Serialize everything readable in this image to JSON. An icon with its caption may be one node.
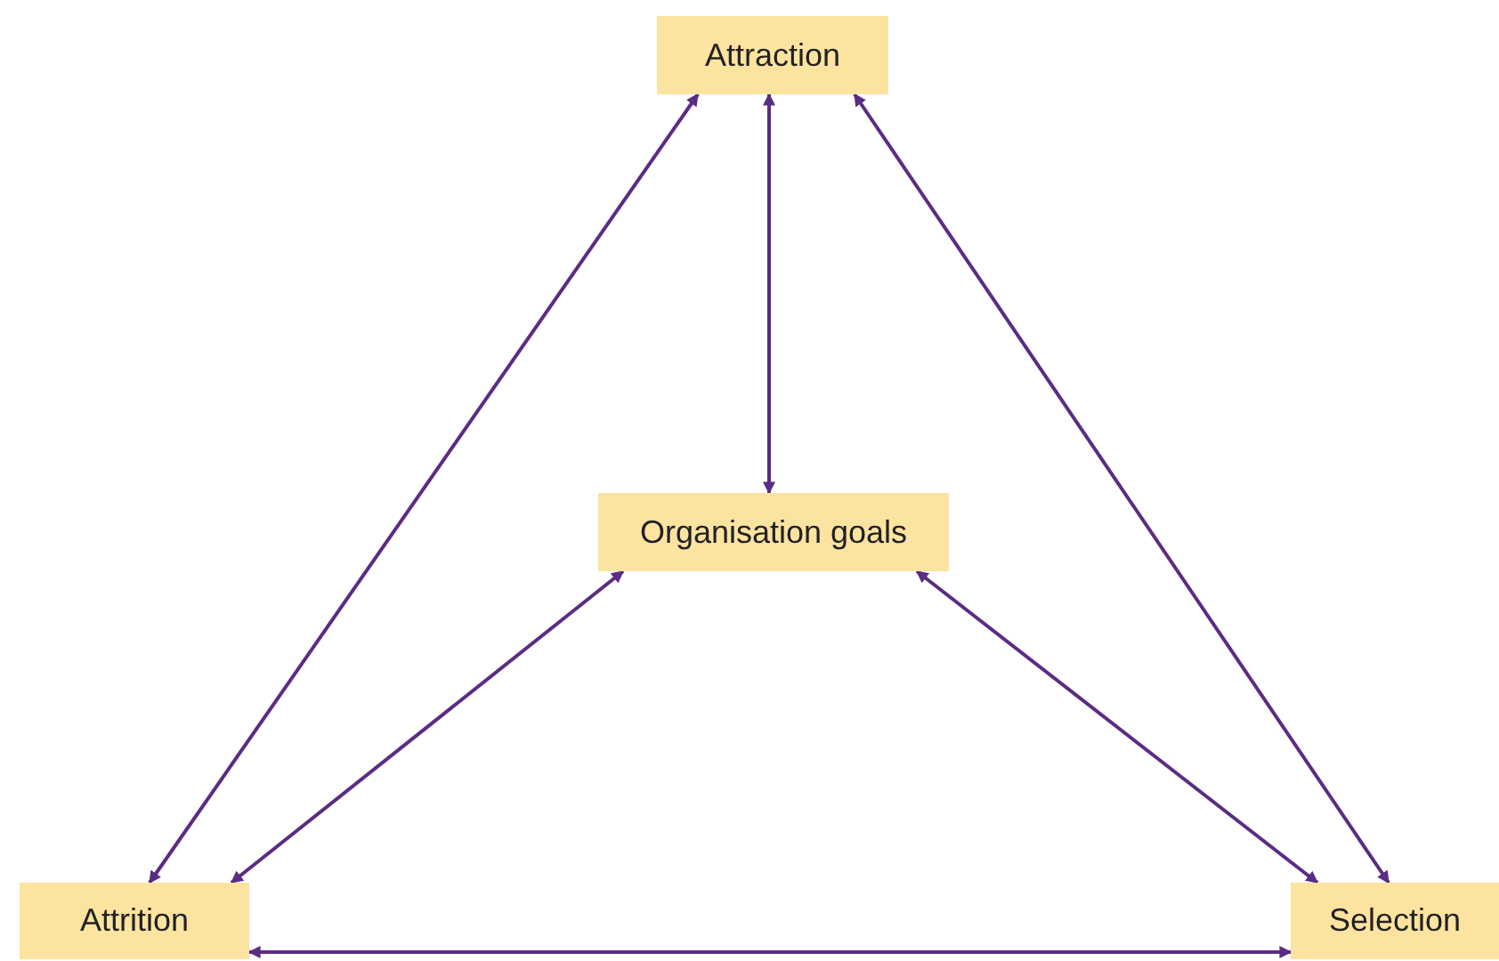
{
  "diagram": {
    "nodes": [
      {
        "text": [
          "Attraction"
        ]
      },
      {
        "text": [
          "Organisation goals"
        ]
      },
      {
        "text": [
          "Attrition"
        ]
      },
      {
        "text": [
          "Selection"
        ]
      }
    ],
    "edges": [
      {
        "from": 0,
        "to": 2,
        "arrow": "both"
      },
      {
        "from": 0,
        "to": 1,
        "arrow": "both"
      },
      {
        "from": 0,
        "to": 3,
        "arrow": "both"
      },
      {
        "from": 1,
        "to": 2,
        "arrow": "both"
      },
      {
        "from": 1,
        "to": 3,
        "arrow": "both"
      },
      {
        "from": 2,
        "to": 3,
        "arrow": "both"
      }
    ]
  }
}
